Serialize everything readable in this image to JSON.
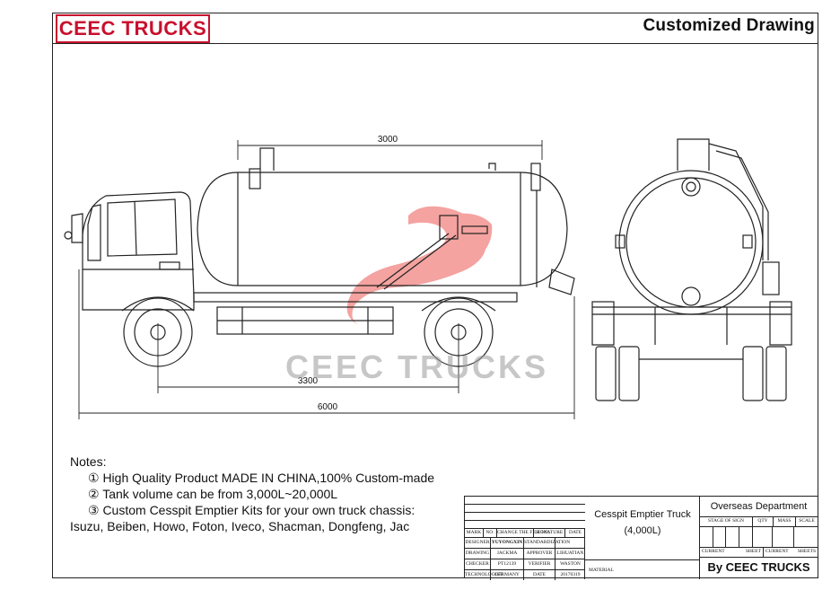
{
  "header": {
    "brand": "CEEC TRUCKS",
    "title": "Customized Drawing"
  },
  "dimensions": {
    "tank_length": "3000",
    "wheelbase": "3300",
    "overall_length": "6000"
  },
  "watermark": "CEEC TRUCKS",
  "notes": {
    "heading": "Notes:",
    "items": [
      "① High Quality Product MADE IN CHINA,100% Custom-made",
      "② Tank volume can be from 3,000L~20,000L",
      "③ Custom Cesspit Emptier Kits for your own truck chassis:"
    ],
    "chassis_list": "Isuzu, Beiben, Howo, Foton, Iveco, Shacman, Dongfeng, Jac"
  },
  "title_block": {
    "product_name": "Cesspit Emptier Truck",
    "capacity": "(4,000L)",
    "department": "Overseas Department",
    "by_line": "By CEEC TRUCKS",
    "material_label": "MATERIAL",
    "rev_header": [
      "MARK",
      "NO.",
      "CHANGE THE FILE NO.",
      "SIGNATURE",
      "DATE"
    ],
    "people": [
      {
        "role": "DESIGNER",
        "name": "YUYONGXIN",
        "role2": "STANDARDIZATION",
        "name2": ""
      },
      {
        "role": "DRAWING",
        "name": "JACKMA",
        "role2": "APPROVER",
        "name2": "LIHUATIAN"
      },
      {
        "role": "CHECKER",
        "name": "PT12139",
        "role2": "VERIFIER",
        "name2": "WASTON"
      },
      {
        "role": "TECHNOLOGIST",
        "name": "GERMANY",
        "role2": "DATE",
        "name2": "20170319"
      }
    ],
    "stage_header": [
      "STAGE OF SIGN",
      "QTY",
      "MASS",
      "SCALE"
    ],
    "sheet_labels": [
      "CURRENT",
      "SHEET",
      "CURRENT",
      "SHEETS"
    ]
  },
  "colors": {
    "brand_red": "#c8102e",
    "line": "#222222",
    "logo_red": "#e8342e"
  }
}
